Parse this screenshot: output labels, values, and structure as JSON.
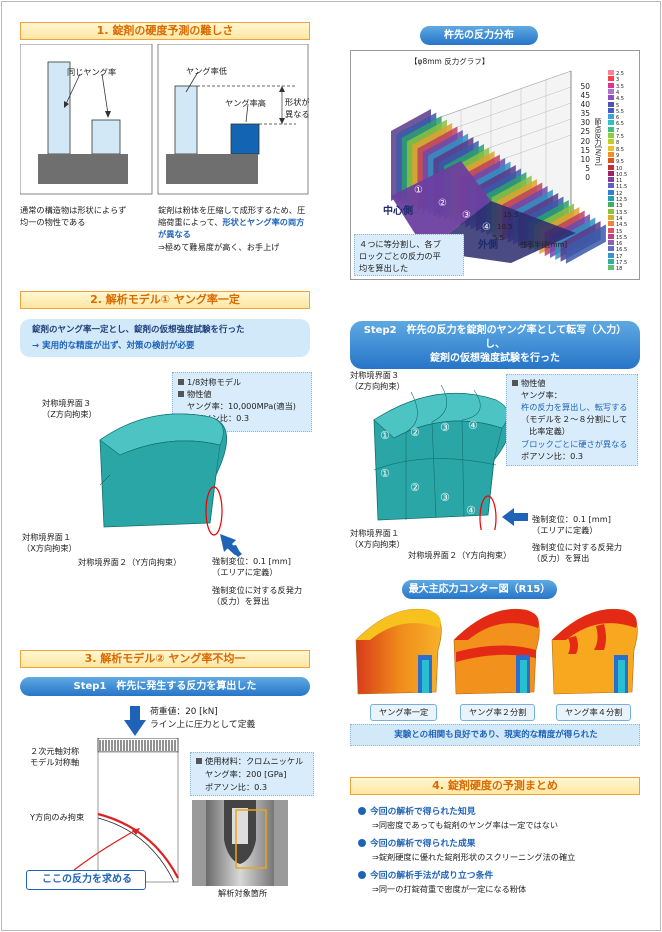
{
  "sec1": {
    "title": "1. 錠剤の硬度予測の難しさ",
    "label_same": "同じヤング率",
    "label_low": "ヤング率低",
    "label_high": "ヤング率高",
    "label_shape": [
      "形状が",
      "異なる"
    ],
    "caption_left": [
      "通常の構造物は形状によらず",
      "均一の物性である"
    ],
    "caption_right_1": "錠剤は粉体を圧縮して成形するため、圧",
    "caption_right_2": "縮荷重によって、",
    "caption_right_2b": "形状とヤング率の両方",
    "caption_right_3": "が異なる",
    "conclusion": "⇒極めて難易度が高く、お手上げ"
  },
  "reaction": {
    "pill": "杵先の反力分布",
    "graph_title": "【φ8mm 反力グラフ】",
    "yaxis_label": "節点反力[N/m]",
    "yticks": [
      "50",
      "45",
      "40",
      "35",
      "30",
      "25",
      "20",
      "15",
      "10",
      "5",
      "0"
    ],
    "depth_ticks": [
      "5.5",
      "10.5",
      "15.5"
    ],
    "xaxis_label": "曲率半径[mm]",
    "center_label": "中心側",
    "outer_label": "外側",
    "region_labels": [
      "①",
      "②",
      "③",
      "④"
    ],
    "legend": [
      "2.5",
      "3",
      "3.5",
      "4",
      "4.5",
      "5",
      "5.5",
      "6",
      "6.5",
      "7",
      "7.5",
      "8",
      "8.5",
      "9",
      "9.5",
      "10",
      "10.5",
      "11",
      "11.5",
      "12",
      "12.5",
      "13",
      "13.5",
      "14",
      "14.5",
      "15",
      "15.5",
      "16",
      "16.5",
      "17",
      "17.5",
      "18"
    ],
    "note": [
      "４つに等分割し、各ブ",
      "ロックごとの反力の平",
      "均を算出した"
    ]
  },
  "sec2": {
    "title": "2. 解析モデル① ヤング率一定",
    "banner_1": "錠剤のヤング率一定とし、錠剤の仮想強度試験を行った",
    "banner_2": "→ 実用的な精度が出ず、対策の検討が必要",
    "info_1": "1/8対称モデル",
    "info_2": "物性値",
    "info_3": "ヤング率：10,000MPa(適当)",
    "info_4": "ポアソン比：0.3",
    "bnd3": [
      "対称境界面３",
      "（Z方向拘束）"
    ],
    "bnd1": [
      "対称境界面１",
      "（X方向拘束）"
    ],
    "bnd2": "対称境界面２（Y方向拘束）",
    "disp_1": "強制変位：0.1 [mm]",
    "disp_2": "（エリアに定義）",
    "disp_3": "強制変位に対する反発力",
    "disp_4": "（反力）を算出"
  },
  "step2": {
    "pill_1": "Step2　杵先の反力を錠剤のヤング率として転写（入力）し、",
    "pill_2": "錠剤の仮想強度試験を行った",
    "bnd3": [
      "対称境界面３",
      "（Z方向拘束）"
    ],
    "info_title": "物性値",
    "info_1": "ヤング率：",
    "info_2": "杵の反力を算出し、転写する",
    "info_3": "（モデルを２～８分割にして",
    "info_4": "比率定義）",
    "info_5": "ブロックごとに硬さが異なる",
    "info_6": "ポアソン比：0.3",
    "region_labels": [
      "①",
      "②",
      "③",
      "④",
      "①",
      "②",
      "③",
      "④"
    ],
    "bnd1": [
      "対称境界面１",
      "（X方向拘束）"
    ],
    "bnd2": "対称境界面２（Y方向拘束）",
    "disp_1": "強制変位：0.1 [mm]",
    "disp_2": "（エリアに定義）",
    "disp_3": "強制変位に対する反発力",
    "disp_4": "（反力）を算出"
  },
  "contour": {
    "pill": "最大主応力コンター図（R15）",
    "labels": [
      "ヤング率一定",
      "ヤング率２分割",
      "ヤング率４分割"
    ],
    "result": "実験との相関も良好であり、現実的な精度が得られた"
  },
  "sec3": {
    "title": "3. 解析モデル② ヤング率不均一",
    "step1": "Step1　杵先に発生する反力を算出した",
    "load_1": "荷重値：20 [kN]",
    "load_2": "ライン上に圧力として定義",
    "axis_1": "２次元軸対称",
    "axis_2": "モデル対称軸",
    "y_constraint": "Y方向のみ拘束",
    "find_reaction": "ここの反力を求める",
    "mat_1": "使用材料：クロムニッケル",
    "mat_2": "ヤング率：200 [GPa]",
    "mat_3": "ポアソン比：0.3",
    "photo_caption": "解析対象箇所"
  },
  "sec4": {
    "title": "4. 錠剤硬度の予測まとめ",
    "items": [
      {
        "head": "今回の解析で得られた知見",
        "body": "⇒同密度であっても錠剤のヤング率は一定ではない"
      },
      {
        "head": "今回の解析で得られた成果",
        "body": "⇒錠剤硬度に優れた錠剤形状のスクリーニング法の確立"
      },
      {
        "head": "今回の解析手法が成り立つ条件",
        "body": "⇒同一の打錠荷重で密度が一定になる粉体"
      }
    ]
  },
  "colors": {
    "accent_orange": "#d96a00",
    "accent_blue": "#1f63b8",
    "model_teal": "#2aa6a6"
  }
}
